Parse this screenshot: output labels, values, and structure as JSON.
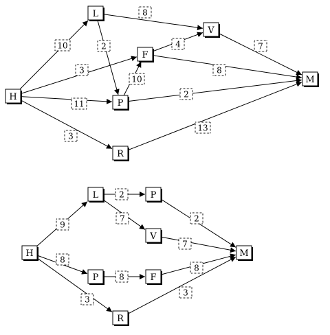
{
  "graphs": [
    {
      "nodes": [
        {
          "id": "H",
          "label": "H"
        },
        {
          "id": "L",
          "label": "L"
        },
        {
          "id": "F",
          "label": "F"
        },
        {
          "id": "V",
          "label": "V"
        },
        {
          "id": "P",
          "label": "P"
        },
        {
          "id": "R",
          "label": "R"
        },
        {
          "id": "M",
          "label": "M"
        }
      ],
      "edges": [
        {
          "from": "H",
          "to": "L",
          "weight": "10"
        },
        {
          "from": "L",
          "to": "V",
          "weight": "8"
        },
        {
          "from": "L",
          "to": "P",
          "weight": "2"
        },
        {
          "from": "H",
          "to": "F",
          "weight": "3"
        },
        {
          "from": "F",
          "to": "V",
          "weight": "4"
        },
        {
          "from": "V",
          "to": "M",
          "weight": "7"
        },
        {
          "from": "F",
          "to": "M",
          "weight": "8"
        },
        {
          "from": "P",
          "to": "F",
          "weight": "10"
        },
        {
          "from": "H",
          "to": "P",
          "weight": "11"
        },
        {
          "from": "P",
          "to": "M",
          "weight": "2"
        },
        {
          "from": "H",
          "to": "R",
          "weight": "3"
        },
        {
          "from": "R",
          "to": "M",
          "weight": "13"
        }
      ]
    },
    {
      "nodes": [
        {
          "id": "H",
          "label": "H"
        },
        {
          "id": "L",
          "label": "L"
        },
        {
          "id": "P1",
          "label": "P"
        },
        {
          "id": "V",
          "label": "V"
        },
        {
          "id": "P2",
          "label": "P"
        },
        {
          "id": "F",
          "label": "F"
        },
        {
          "id": "R",
          "label": "R"
        },
        {
          "id": "M",
          "label": "M"
        }
      ],
      "edges": [
        {
          "from": "H",
          "to": "L",
          "weight": "9"
        },
        {
          "from": "L",
          "to": "P1",
          "weight": "2"
        },
        {
          "from": "L",
          "to": "V",
          "weight": "7"
        },
        {
          "from": "P1",
          "to": "M",
          "weight": "2"
        },
        {
          "from": "V",
          "to": "M",
          "weight": "7"
        },
        {
          "from": "H",
          "to": "P2",
          "weight": "8"
        },
        {
          "from": "P2",
          "to": "F",
          "weight": "8"
        },
        {
          "from": "F",
          "to": "M",
          "weight": "8"
        },
        {
          "from": "H",
          "to": "R",
          "weight": "3"
        },
        {
          "from": "R",
          "to": "M",
          "weight": "3"
        }
      ]
    }
  ]
}
